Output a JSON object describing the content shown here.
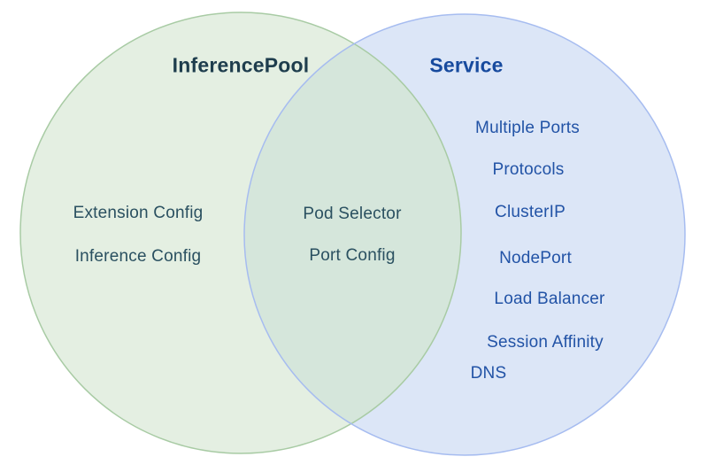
{
  "diagram": {
    "type": "venn",
    "background": "#ffffff",
    "left": {
      "title": "InferencePool",
      "items": [
        "Extension Config",
        "Inference Config"
      ],
      "fill": "#e4efe2",
      "border": "#a8cba4",
      "title_color": "#1e3d4d",
      "item_color": "#2a5060"
    },
    "right": {
      "title": "Service",
      "items": [
        "Multiple Ports",
        "Protocols",
        "ClusterIP",
        "NodePort",
        "Load Balancer",
        "Session Affinity",
        "DNS"
      ],
      "fill": "#dce6f7",
      "border": "#a6bcf0",
      "title_color": "#174a9e",
      "item_color": "#2253a6"
    },
    "intersection": {
      "items": [
        "Pod Selector",
        "Port Config"
      ],
      "fill": "#d5e6db",
      "item_color": "#2a5060"
    }
  }
}
